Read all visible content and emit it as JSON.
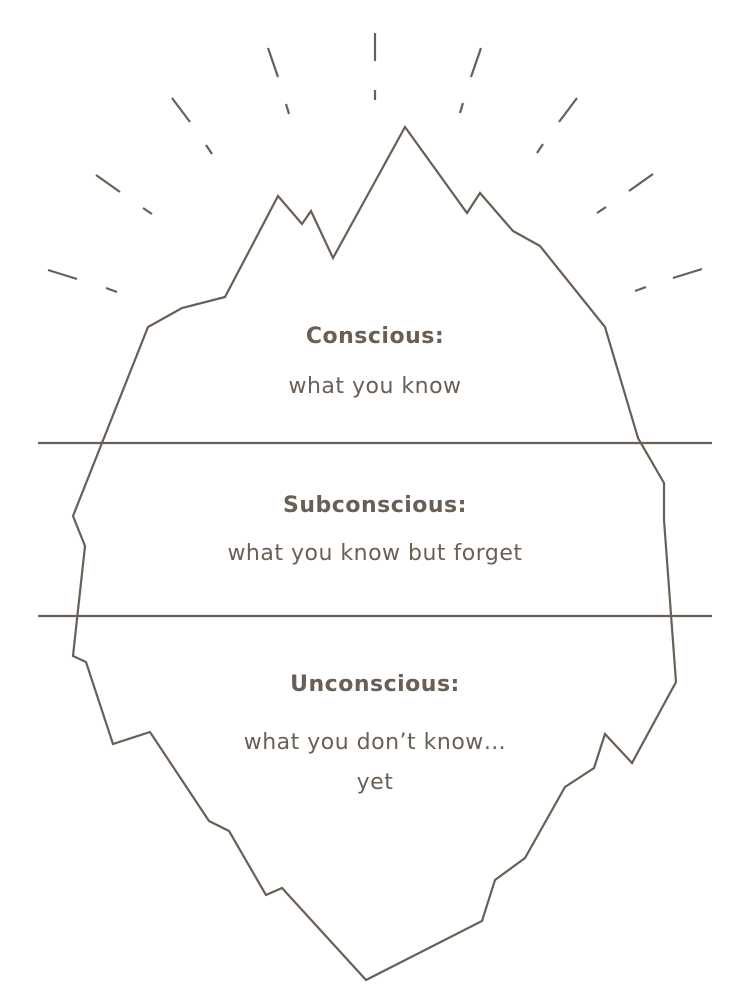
{
  "layers": [
    {
      "heading": "Conscious:",
      "text": [
        "what you know"
      ]
    },
    {
      "heading": "Subconscious:",
      "text": [
        "what you know but forget"
      ]
    },
    {
      "heading": "Unconscious:",
      "text": [
        "what you don’t know…",
        "yet"
      ]
    }
  ],
  "colors": {
    "ink": "#6a5f55",
    "background": "#ffffff"
  }
}
